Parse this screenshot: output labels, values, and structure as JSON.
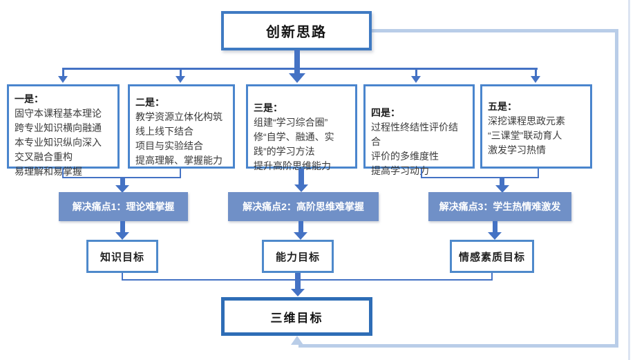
{
  "top_box": {
    "label": "创新思路"
  },
  "strategy_boxes": [
    {
      "title": "一是：",
      "lines": [
        "固守本课程基本理论",
        "跨专业知识横向融通",
        "本专业知识纵向深入",
        "交叉融合重构",
        "易理解和易掌握"
      ]
    },
    {
      "title": "二是：",
      "lines": [
        "教学资源立体化构筑",
        "线上线下结合",
        "项目与实验结合",
        "提高理解、掌握能力"
      ]
    },
    {
      "title": "三是：",
      "lines": [
        "组建“学习综合圈”",
        "修“自学、融通、实践”的学习方法",
        "提升高阶思维能力"
      ]
    },
    {
      "title": "四是：",
      "lines": [
        "过程性终结性评价结合",
        "评价的多维度性",
        "提高学习动力"
      ]
    },
    {
      "title": "五是：",
      "lines": [
        "深挖课程思政元素",
        "“三课堂”联动育人",
        "激发学习热情"
      ]
    }
  ],
  "pain_points": [
    {
      "label": "解决痛点1：理论难掌握"
    },
    {
      "label": "解决痛点2：高阶思维难掌握"
    },
    {
      "label": "解决痛点3：学生热情难激发"
    }
  ],
  "goals": [
    {
      "label": "知识目标"
    },
    {
      "label": "能力目标"
    },
    {
      "label": "情感素质目标"
    }
  ],
  "bottom_box": {
    "label": "三维目标"
  },
  "colors": {
    "connector_blue": "#4472c4",
    "box_border_blue": "#4a85cd",
    "top_box_border": "#3f7ac2",
    "bottom_box_border": "#2e6db6",
    "pain_point_fill": "#7090c7",
    "feedback_loop_light_blue": "#b9cde8",
    "text_dark": "#1f1f1f",
    "text_white": "#ffffff"
  }
}
